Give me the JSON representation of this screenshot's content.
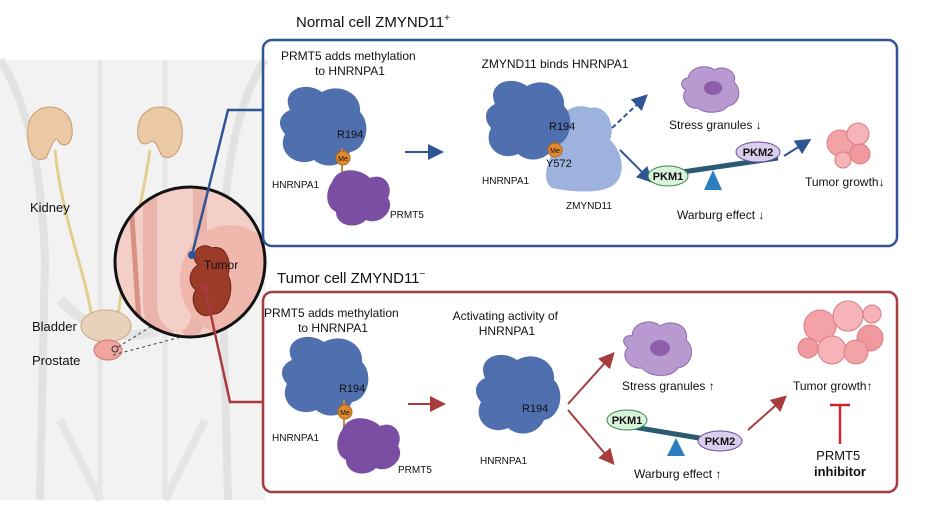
{
  "colors": {
    "normal_border": "#2f5597",
    "tumor_border": "#a83c3c",
    "protein_blue": "#4f6fae",
    "prmt5_purple": "#7a4fa3",
    "zmynd11_light": "#9db2dd",
    "methyl_orange": "#e08a2e",
    "inhibitor_red": "#d0282e",
    "pkm1_fill": "#d9f2dc",
    "pkm2_fill": "#d9cfec"
  },
  "body_labels": {
    "kidney": "Kidney",
    "bladder": "Bladder",
    "prostate": "Prostate",
    "tumor": "Tumor"
  },
  "normal_panel": {
    "title": "Normal cell ZMYND11",
    "title_sup": "+",
    "step1_line1": "PRMT5 adds methylation",
    "step1_line2": "to HNRNPA1",
    "step2": "ZMYND11 binds HNRNPA1",
    "r194": "R194",
    "y572": "Y572",
    "me": "Me",
    "hnrnpa1": "HNRNPA1",
    "prmt5": "PRMT5",
    "zmynd11": "ZMYND11",
    "stress": "Stress granules ↓",
    "pkm1": "PKM1",
    "pkm2": "PKM2",
    "warburg": "Warburg effect ↓",
    "tumor_growth": "Tumor growth↓"
  },
  "tumor_panel": {
    "title": "Tumor cell ZMYND11",
    "title_sup": "−",
    "step1_line1": "PRMT5 adds methylation",
    "step1_line2": "to HNRNPA1",
    "step2_line1": "Activating activity of",
    "step2_line2": "HNRNPA1",
    "r194": "R194",
    "me": "Me",
    "hnrnpa1": "HNRNPA1",
    "prmt5": "PRMT5",
    "stress": "Stress granules ↑",
    "pkm1": "PKM1",
    "pkm2": "PKM2",
    "warburg": "Warburg effect  ↑",
    "tumor_growth": "Tumor growth↑",
    "inhibitor_line1": "PRMT5",
    "inhibitor_line2": "inhibitor"
  }
}
